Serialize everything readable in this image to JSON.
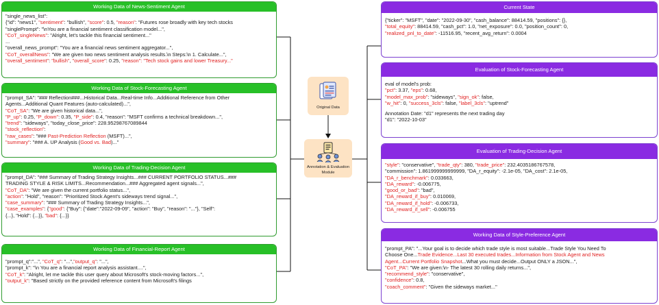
{
  "center": {
    "original_data_label": "Original Data",
    "module_label_1": "Annotation & Evaluation",
    "module_label_2": "Module"
  },
  "news": {
    "title": "Working Data of News-Sentiment Agent",
    "l1": "\"single_news_list\":",
    "l2a": "{\"id\": \"news1\", ",
    "l2b": "\"sentiment\"",
    "l2c": ": \"bullish\", ",
    "l2d": "\"score\"",
    "l2e": ": 0.5, ",
    "l2f": "\"reason\"",
    "l2g": ": \"Futures rose broadly with key tech stocks",
    "l3": "\"singlePrompt\": \"\\nYou are a financial sentiment classification model...\",",
    "l4a": "\"CoT_singleNews\"",
    "l4b": ": \"Alright, let's tackle this financial sentiment...\"",
    "l5": "...",
    "l6": "\"overall_news_prompt\": \"You are a financial news sentiment aggregator...\",",
    "l7a": "\"CoT_overallNews\"",
    "l7b": ": \"We are given two news sentiment analysis results.\\n Steps:\\n 1. Calculate...\",",
    "l8a": "\"overall_sentiment\"",
    "l8b": ": ",
    "l8c": "\"bullish\"",
    "l8d": ", ",
    "l8e": "\"overall_score\"",
    "l8f": ": 0.25, ",
    "l8g": "\"reason\"",
    "l8h": ": \"Tech stock gains and lower Treasury...\""
  },
  "stock": {
    "title": "Working Data of Stock-Forecasting Agent",
    "l1": "\"prompt_SA\": \"### Reflection###...Historical Data...Real-time Info...Additional Reference from Other",
    "l2": "Agents...Additional Quant Features (auto-calculated)...\",",
    "l3a": "\"CoT_SA\"",
    "l3b": ": \"We are given historical data...\",",
    "l4a": "\"P_up\"",
    "l4b": ": 0.25, ",
    "l4c": "\"P_down\"",
    "l4d": ": 0.35, ",
    "l4e": "\"P_side\"",
    "l4f": ": 0.4, \"reason\": \"MSFT confirms a technical breakdown...\",",
    "l5a": "\"trend\"",
    "l5b": ": \"sideways\", \"today_close_price\": 228.95298767089844",
    "l6a": "\"stock_reflection\"",
    "l6b": ":",
    "l7a": "\"raw_cases\"",
    "l7b": ": \"### ",
    "l7c": "Past-Prediction Reflection",
    "l7d": " (MSFT)...\",",
    "l8a": "\"summary\"",
    "l8b": ": \"### A. UP Analysis (",
    "l8c": "Good vs. Bad",
    "l8d": ")...\""
  },
  "trade": {
    "title": "Working Data of Trading-Decision Agent",
    "l1": "\"prompt_DA\": \"### Summary of Trading Strategy Insights...### CURRENT PORTFOLIO STATUS...###",
    "l2": "TRADING STYLE & RISK LIMITS...Recommendation...### Aggregated agent signals...\",",
    "l3a": "\"CoT_DA\"",
    "l3b": ": \"We are given the current portfolio status...\",",
    "l4a": "\"action\"",
    "l4b": ": \"Hold\", \"reason\": \"Prioritized Stock Agent's sideways trend signal...\",",
    "l5a": "\"case_summary\"",
    "l5b": ": \"### Summary of Trading Strategy Insights...\",",
    "l6a": "\"case_examples\"",
    "l6b": ": {",
    "l6c": "\"good\"",
    "l6d": ": {\"Buy\": {\"date\":\"2022-09-09\", \"action\": \"Buy\", \"reason\": \"...\"}, \"Self\":",
    "l7a": "{...}, \"Hold\": {...}}, ",
    "l7b": "\"bad\"",
    "l7c": ": {...}}"
  },
  "fin": {
    "title": "Working Data of Financial-Report Agent",
    "l1a": "\"prompt_q\":\"...\", ",
    "l1b": "\"CoT_q\"",
    "l1c": ": \"...\",",
    "l1d": "\"output_q\"",
    "l1e": ": \"...\",",
    "l2": "\"prompt_k\": \"\\n    You are a financial report analysis assistant....\",",
    "l3a": "\"CoT_k\"",
    "l3b": ": \"Alright, let me tackle this user query about Microsoft's stock-moving factors...\",",
    "l4a": "\"output_k\"",
    "l4b": ": \"Based strictly on the provided reference content from Microsoft's filings"
  },
  "state": {
    "title": "Current State",
    "l1": "{\"ticker\": \"MSFT\", \"date\": \"2022-09-30\", \"cash_balance\": 88414.59, \"positions\": {},",
    "l2a": "\"total_equity\"",
    "l2b": ": 88414.59, \"cash_pct\": 1.0, \"net_exposure\": 0.0, \"position_count\": 0,",
    "l3a": "\"realized_pnl_to_date\"",
    "l3b": ": -11516.95, \"recent_avg_return\": 0.0004"
  },
  "evalstock": {
    "title": "Evaluation of Stock-Forecasting Agent",
    "l1": "eval of model's prob:",
    "l2a": "\"pct\"",
    "l2b": ": 3.37, ",
    "l2c": "\"eps\"",
    "l2d": ": 0.68,",
    "l3a": "\"model_max_prob\"",
    "l3b": ": \"sideways\", ",
    "l3c": "\"sign_ok\"",
    "l3d": ": false,",
    "l4a": "\"w_hit\"",
    "l4b": ": 0, ",
    "l4c": "\"success_3cls\"",
    "l4d": ": false, ",
    "l4e": "\"label_3cls\"",
    "l4f": ": \"uptrend\"",
    "l5": "Annotation Date: \"d1\" represents the next trading day",
    "l6": "\"d1\": \"2022-10-03\""
  },
  "evaltrade": {
    "title": "Evaluation of Trading-Decision Agent",
    "l1a": "\"style\"",
    "l1b": ": \"conservative\", ",
    "l1c": "\"trade_qty\"",
    "l1d": ": 380, ",
    "l1e": "\"trade_price\"",
    "l1f": ": 232.4035186767578,",
    "l2": "\"commission\": 1.861999999999999, \"DA_r_equity\": -2.1e-05, \"DA_cost\": 2.1e-05,",
    "l3a": "\"DA_r_benchmark\"",
    "l3b": ": 0.033663,",
    "l4a": "\"DA_reward\"",
    "l4b": ": -0.006775,",
    "l5a": "\"good_or_bad\"",
    "l5b": ": \"bad\",",
    "l6a": "\"DA_reward_if_buy\"",
    "l6b": ": 0.010069,",
    "l7a": "\"DA_reward_if_hold\"",
    "l7b": ": -0.006733,",
    "l8a": "\"DA_reward_if_sell\"",
    "l8b": ": -0.006755"
  },
  "style": {
    "title": "Working Data of Style-Preference Agent",
    "l1": "\"prompt_PA\": \"...Your goal is to decide which trade style is most suitable...Trade Style You Need To",
    "l2a": "Choose One...",
    "l2b": "Trade Evidence...Last 30 executed trades...Information from Stock Agent and News",
    "l3a": "Agent...Current Portfolio Snapshot",
    "l3b": "...What you must decide...Output ONLY a JSON...\",",
    "l4a": "\"CoT_PA\"",
    "l4b": ": \"We are given:\\n- The latest 30 rolling daily returns...\",",
    "l5a": "\"recommend_style\"",
    "l5b": ": \"conservative\",",
    "l6a": "\"confidence\"",
    "l6b": ": 0.8,",
    "l7a": "\"coach_comment\"",
    "l7b": ": \"Given the sideways market...\""
  }
}
